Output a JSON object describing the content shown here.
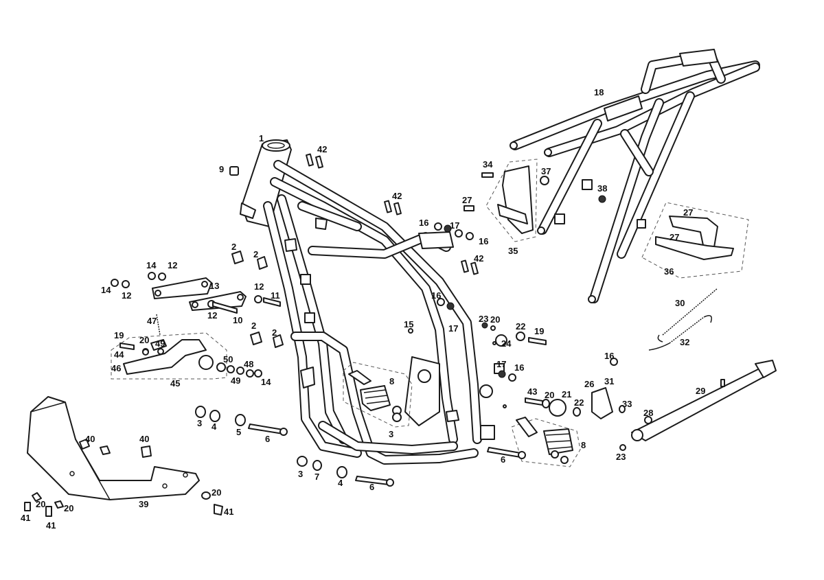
{
  "diagram": {
    "callouts": [
      {
        "text": "1"
      },
      {
        "text": "9"
      },
      {
        "text": "42"
      },
      {
        "text": "42"
      },
      {
        "text": "42"
      },
      {
        "text": "18"
      },
      {
        "text": "34"
      },
      {
        "text": "37"
      },
      {
        "text": "38"
      },
      {
        "text": "27"
      },
      {
        "text": "35"
      },
      {
        "text": "16"
      },
      {
        "text": "17"
      },
      {
        "text": "16"
      },
      {
        "text": "27"
      },
      {
        "text": "27"
      },
      {
        "text": "36"
      },
      {
        "text": "2"
      },
      {
        "text": "2"
      },
      {
        "text": "14"
      },
      {
        "text": "12"
      },
      {
        "text": "14"
      },
      {
        "text": "12"
      },
      {
        "text": "13"
      },
      {
        "text": "12"
      },
      {
        "text": "11"
      },
      {
        "text": "12"
      },
      {
        "text": "10"
      },
      {
        "text": "16"
      },
      {
        "text": "17"
      },
      {
        "text": "15"
      },
      {
        "text": "23"
      },
      {
        "text": "20"
      },
      {
        "text": "22"
      },
      {
        "text": "19"
      },
      {
        "text": "24"
      },
      {
        "text": "30"
      },
      {
        "text": "32"
      },
      {
        "text": "47"
      },
      {
        "text": "2"
      },
      {
        "text": "2"
      },
      {
        "text": "19"
      },
      {
        "text": "20"
      },
      {
        "text": "49"
      },
      {
        "text": "44"
      },
      {
        "text": "46"
      },
      {
        "text": "45"
      },
      {
        "text": "50"
      },
      {
        "text": "48"
      },
      {
        "text": "49"
      },
      {
        "text": "14"
      },
      {
        "text": "8"
      },
      {
        "text": "17"
      },
      {
        "text": "16"
      },
      {
        "text": "16"
      },
      {
        "text": "26"
      },
      {
        "text": "31"
      },
      {
        "text": "33"
      },
      {
        "text": "29"
      },
      {
        "text": "43"
      },
      {
        "text": "20"
      },
      {
        "text": "21"
      },
      {
        "text": "22"
      },
      {
        "text": "28"
      },
      {
        "text": "23"
      },
      {
        "text": "3"
      },
      {
        "text": "4"
      },
      {
        "text": "5"
      },
      {
        "text": "6"
      },
      {
        "text": "3"
      },
      {
        "text": "6"
      },
      {
        "text": "8"
      },
      {
        "text": "3"
      },
      {
        "text": "7"
      },
      {
        "text": "4"
      },
      {
        "text": "6"
      },
      {
        "text": "40"
      },
      {
        "text": "40"
      },
      {
        "text": "39"
      },
      {
        "text": "20"
      },
      {
        "text": "41"
      },
      {
        "text": "20"
      },
      {
        "text": "41"
      },
      {
        "text": "20"
      },
      {
        "text": "41"
      }
    ]
  }
}
